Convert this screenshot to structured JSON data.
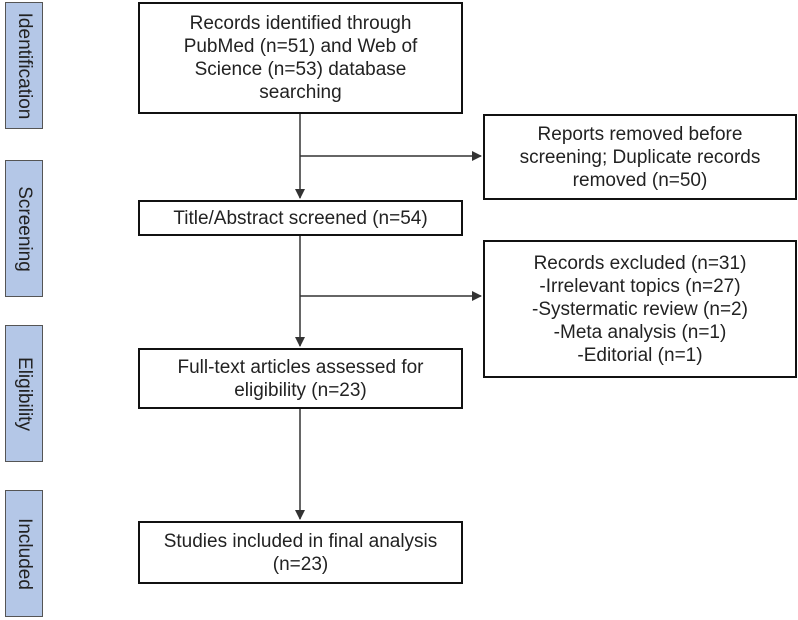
{
  "stages": [
    {
      "id": "identification",
      "label": "Identification"
    },
    {
      "id": "screening",
      "label": "Screening"
    },
    {
      "id": "eligibility",
      "label": "Eligibility"
    },
    {
      "id": "included",
      "label": "Included"
    }
  ],
  "boxes": {
    "identified": {
      "lines": [
        "Records identified through",
        "PubMed (n=51) and Web of",
        "Science (n=53) database",
        "searching"
      ]
    },
    "duplicates_removed": {
      "lines": [
        "Reports removed before",
        "screening; Duplicate records",
        "removed (n=50)"
      ]
    },
    "screened": {
      "lines": [
        "Title/Abstract screened (n=54)"
      ]
    },
    "excluded": {
      "lines": [
        "Records excluded (n=31)",
        "-Irrelevant topics (n=27)",
        "-Systermatic review (n=2)",
        "-Meta analysis (n=1)",
        "-Editorial (n=1)"
      ]
    },
    "fulltext": {
      "lines": [
        "Full-text articles assessed for",
        "eligibility (n=23)"
      ]
    },
    "included": {
      "lines": [
        "Studies included in final analysis",
        "(n=23)"
      ]
    }
  },
  "colors": {
    "stage_fill": "#b4c7e7",
    "stage_border": "#555555",
    "box_border": "#111111",
    "arrow": "#333333"
  }
}
